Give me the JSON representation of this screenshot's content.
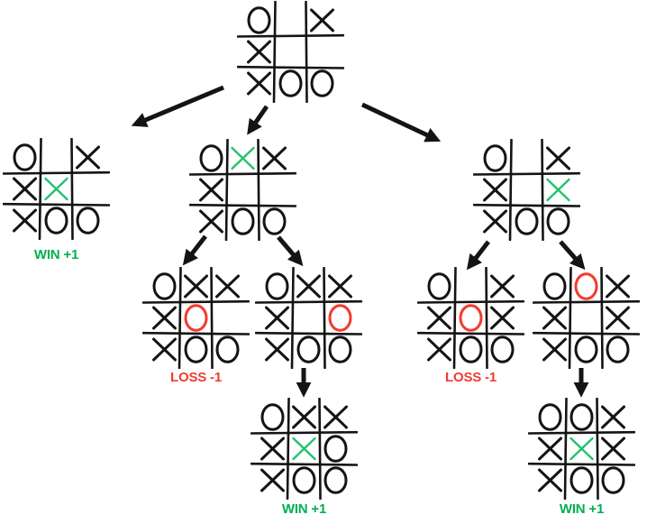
{
  "colors": {
    "board_lines": "#141414",
    "mark": "#141414",
    "x_highlight": "#22c36e",
    "o_highlight": "#f13b31",
    "win_label": "#00b050",
    "loss_label": "#f13b31",
    "arrow": "#141414"
  },
  "boards": [
    {
      "id": "root",
      "grid": [
        [
          "O",
          "",
          "X"
        ],
        [
          "X",
          "",
          ""
        ],
        [
          "X",
          "O",
          "O"
        ]
      ],
      "label": "",
      "label_type": ""
    },
    {
      "id": "left-child",
      "grid": [
        [
          "O",
          "",
          "X"
        ],
        [
          "X",
          "X_green",
          ""
        ],
        [
          "X",
          "O",
          "O"
        ]
      ],
      "label": "WIN +1",
      "label_type": "win"
    },
    {
      "id": "middle-child",
      "grid": [
        [
          "O",
          "X_green",
          "X"
        ],
        [
          "X",
          "",
          ""
        ],
        [
          "X",
          "O",
          "O"
        ]
      ],
      "label": "",
      "label_type": ""
    },
    {
      "id": "right-child",
      "grid": [
        [
          "O",
          "",
          "X"
        ],
        [
          "X",
          "",
          "X_green"
        ],
        [
          "X",
          "O",
          "O"
        ]
      ],
      "label": "",
      "label_type": ""
    },
    {
      "id": "middle-left-grandchild",
      "grid": [
        [
          "O",
          "X",
          "X"
        ],
        [
          "X",
          "O_red",
          ""
        ],
        [
          "X",
          "O",
          "O"
        ]
      ],
      "label": "LOSS -1",
      "label_type": "loss"
    },
    {
      "id": "middle-right-grandchild",
      "grid": [
        [
          "O",
          "X",
          "X"
        ],
        [
          "X",
          "",
          "O_red"
        ],
        [
          "X",
          "O",
          "O"
        ]
      ],
      "label": "",
      "label_type": ""
    },
    {
      "id": "right-left-grandchild",
      "grid": [
        [
          "O",
          "",
          "X"
        ],
        [
          "X",
          "O_red",
          "X"
        ],
        [
          "X",
          "O",
          "O"
        ]
      ],
      "label": "LOSS -1",
      "label_type": "loss"
    },
    {
      "id": "right-right-grandchild",
      "grid": [
        [
          "O",
          "O_red",
          "X"
        ],
        [
          "X",
          "",
          "X"
        ],
        [
          "X",
          "O",
          "O"
        ]
      ],
      "label": "",
      "label_type": ""
    },
    {
      "id": "middle-leaf",
      "grid": [
        [
          "O",
          "X",
          "X"
        ],
        [
          "X",
          "X_green",
          "O"
        ],
        [
          "X",
          "O",
          "O"
        ]
      ],
      "label": "WIN +1",
      "label_type": "win"
    },
    {
      "id": "right-leaf",
      "grid": [
        [
          "O",
          "O",
          "X"
        ],
        [
          "X",
          "X_green",
          "X"
        ],
        [
          "X",
          "O",
          "O"
        ]
      ],
      "label": "WIN +1",
      "label_type": "win"
    }
  ],
  "edges": [
    {
      "from": "root",
      "to": "left-child"
    },
    {
      "from": "root",
      "to": "middle-child"
    },
    {
      "from": "root",
      "to": "right-child"
    },
    {
      "from": "middle-child",
      "to": "middle-left-grandchild"
    },
    {
      "from": "middle-child",
      "to": "middle-right-grandchild"
    },
    {
      "from": "right-child",
      "to": "right-left-grandchild"
    },
    {
      "from": "right-child",
      "to": "right-right-grandchild"
    },
    {
      "from": "middle-right-grandchild",
      "to": "middle-leaf"
    },
    {
      "from": "right-right-grandchild",
      "to": "right-leaf"
    }
  ]
}
